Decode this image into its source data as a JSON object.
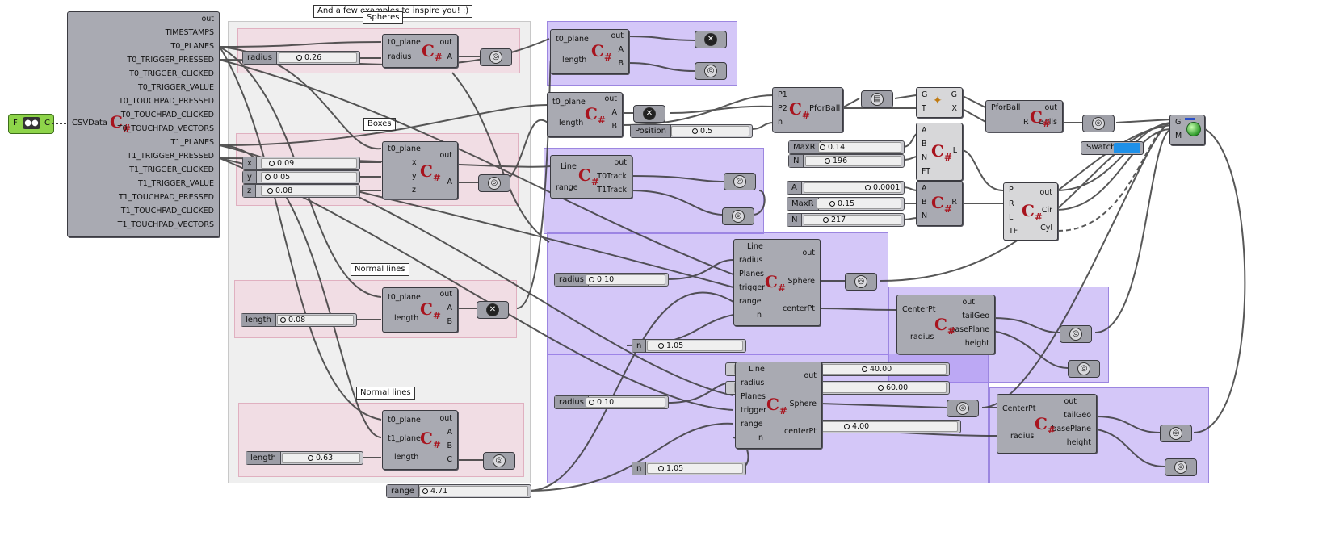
{
  "header": {
    "examples_label": "And a few examples to inspire you! :)"
  },
  "groups": {
    "spheres": "Spheres",
    "boxes": "Boxes",
    "normal_lines_1": "Normal lines",
    "normal_lines_2": "Normal lines"
  },
  "csv_component": {
    "input_left": "F",
    "input_right": "C",
    "name": "CSVData",
    "outputs": [
      "out",
      "TIMESTAMPS",
      "T0_PLANES",
      "T0_TRIGGER_PRESSED",
      "T0_TRIGGER_CLICKED",
      "T0_TRIGGER_VALUE",
      "T0_TOUCHPAD_PRESSED",
      "T0_TOUCHPAD_CLICKED",
      "T0_TOUCHPAD_VECTORS",
      "T1_PLANES",
      "T1_TRIGGER_PRESSED",
      "T1_TRIGGER_CLICKED",
      "T1_TRIGGER_VALUE",
      "T1_TOUCHPAD_PRESSED",
      "T1_TOUCHPAD_CLICKED",
      "T1_TOUCHPAD_VECTORS"
    ]
  },
  "sliders": {
    "radius_spheres": {
      "name": "radius",
      "value": "0.26"
    },
    "x": {
      "name": "x",
      "value": "0.09"
    },
    "y": {
      "name": "y",
      "value": "0.05"
    },
    "z": {
      "name": "z",
      "value": "0.08"
    },
    "length_1": {
      "name": "length",
      "value": "0.08"
    },
    "length_2": {
      "name": "length",
      "value": "0.63"
    },
    "range": {
      "name": "range",
      "value": "4.71"
    },
    "position": {
      "name": "Position",
      "value": "0.5"
    },
    "maxr_1": {
      "name": "MaxR",
      "value": "0.14"
    },
    "n_1": {
      "name": "N",
      "value": "196"
    },
    "a": {
      "name": "A",
      "value": "0.0001"
    },
    "maxr_2": {
      "name": "MaxR",
      "value": "0.15"
    },
    "n_2": {
      "name": "N",
      "value": "217"
    },
    "radius_a": {
      "name": "radius",
      "value": "0.10"
    },
    "n_a": {
      "name": "n",
      "value": "1.05"
    },
    "radius_b": {
      "name": "radius",
      "value": "0.10"
    },
    "n_b": {
      "name": "n",
      "value": "1.05"
    },
    "v40": {
      "value": "40.00"
    },
    "v60": {
      "value": "60.00"
    },
    "v4": {
      "value": "4.00"
    }
  },
  "components": {
    "sphere_c": {
      "inputs": [
        "t0_plane",
        "radius"
      ],
      "outputs": [
        "out",
        "A"
      ]
    },
    "box_c": {
      "inputs": [
        "t0_plane",
        "x",
        "y",
        "z"
      ],
      "outputs": [
        "out",
        "A"
      ]
    },
    "line1_c": {
      "inputs": [
        "t0_plane",
        "length"
      ],
      "outputs": [
        "out",
        "A",
        "B"
      ]
    },
    "line2_c": {
      "inputs": [
        "t0_plane",
        "t1_plane",
        "length"
      ],
      "outputs": [
        "out",
        "A",
        "B",
        "C"
      ]
    },
    "top1_c": {
      "inputs": [
        "t0_plane",
        "length"
      ],
      "outputs": [
        "out",
        "A",
        "B"
      ]
    },
    "top2_c": {
      "inputs": [
        "t0_plane",
        "length"
      ],
      "outputs": [
        "out",
        "A",
        "B"
      ]
    },
    "track_c": {
      "inputs": [
        "Line",
        "range"
      ],
      "outputs": [
        "out",
        "T0Track",
        "T1Track"
      ]
    },
    "pforball_c": {
      "inputs": [
        "P1",
        "P2",
        "n"
      ],
      "name": "PforBall"
    },
    "gtx_c": {
      "inputs": [
        "G",
        "T"
      ],
      "outputs": [
        "G",
        "X"
      ]
    },
    "abnft_c": {
      "inputs": [
        "A",
        "B",
        "N",
        "FT"
      ],
      "outputs": [
        "L"
      ]
    },
    "abn_c": {
      "inputs": [
        "A",
        "B",
        "N"
      ],
      "outputs": [
        "R"
      ]
    },
    "balls_c": {
      "inputs": [
        "PforBall",
        "R"
      ],
      "outputs": [
        "out",
        "Balls"
      ]
    },
    "cyl_c": {
      "inputs": [
        "P",
        "R",
        "L",
        "TF"
      ],
      "outputs": [
        "out",
        "Cir",
        "Cyl"
      ]
    },
    "sphere1_c": {
      "inputs": [
        "Line",
        "radius",
        "Planes",
        "trigger",
        "range",
        "n"
      ],
      "outputs": [
        "out",
        "Sphere",
        "centerPt"
      ]
    },
    "sphere2_c": {
      "inputs": [
        "Line",
        "radius",
        "Planes",
        "trigger",
        "range",
        "n"
      ],
      "outputs": [
        "out",
        "Sphere",
        "centerPt"
      ]
    },
    "tail1_c": {
      "inputs": [
        "CenterPt",
        "radius"
      ],
      "outputs": [
        "out",
        "tailGeo",
        "basePlane",
        "height"
      ]
    },
    "tail2_c": {
      "inputs": [
        "CenterPt",
        "radius"
      ],
      "outputs": [
        "out",
        "tailGeo",
        "basePlane",
        "height"
      ]
    },
    "preview_c": {
      "inputs": [
        "G",
        "M"
      ]
    },
    "swatch": {
      "name": "Swatch",
      "color": "#1e90e8"
    }
  },
  "colors": {
    "logo": "#a8141e",
    "component": "#a9aab2",
    "group_purple": "#a082f0",
    "group_pink": "#f5c8d7"
  }
}
